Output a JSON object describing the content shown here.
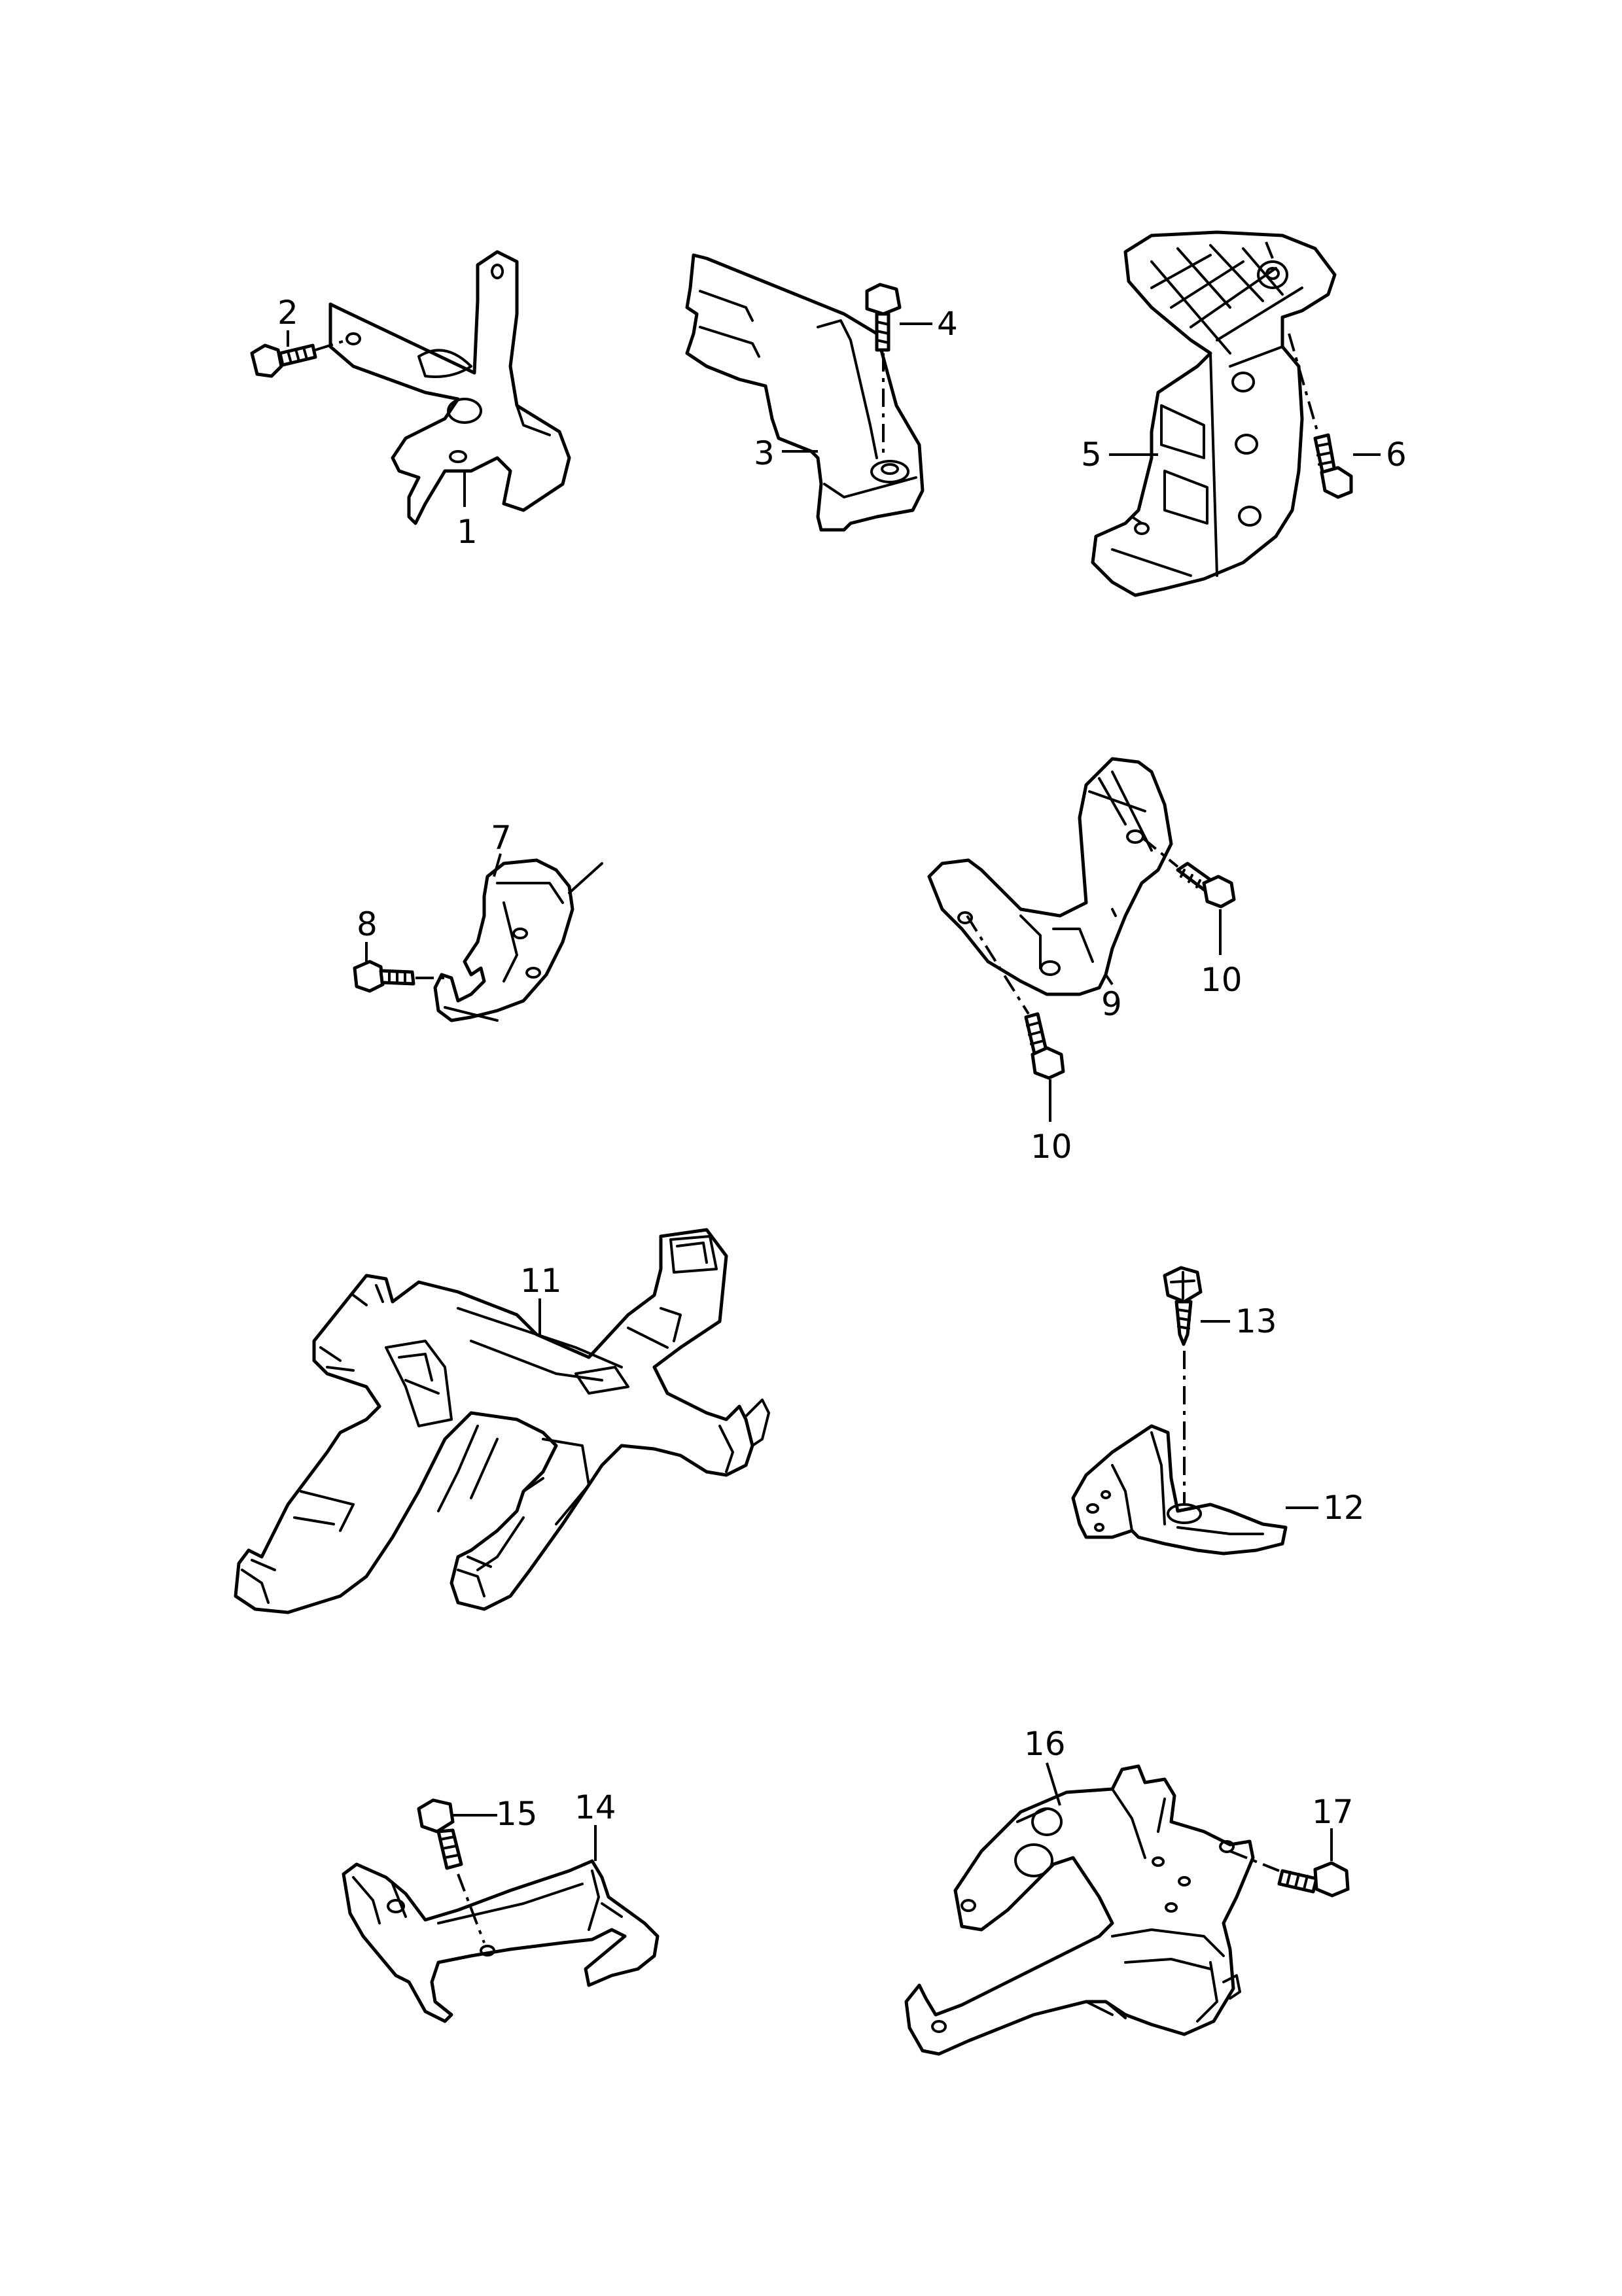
{
  "callouts": {
    "c1": "1",
    "c2": "2",
    "c3": "3",
    "c4": "4",
    "c5": "5",
    "c6": "6",
    "c7": "7",
    "c8": "8",
    "c9": "9",
    "c10a": "10",
    "c10b": "10",
    "c11": "11",
    "c12": "12",
    "c13": "13",
    "c14": "14",
    "c15": "15",
    "c16": "16",
    "c17": "17"
  },
  "colors": {
    "line": "#000000",
    "background": "#ffffff"
  }
}
